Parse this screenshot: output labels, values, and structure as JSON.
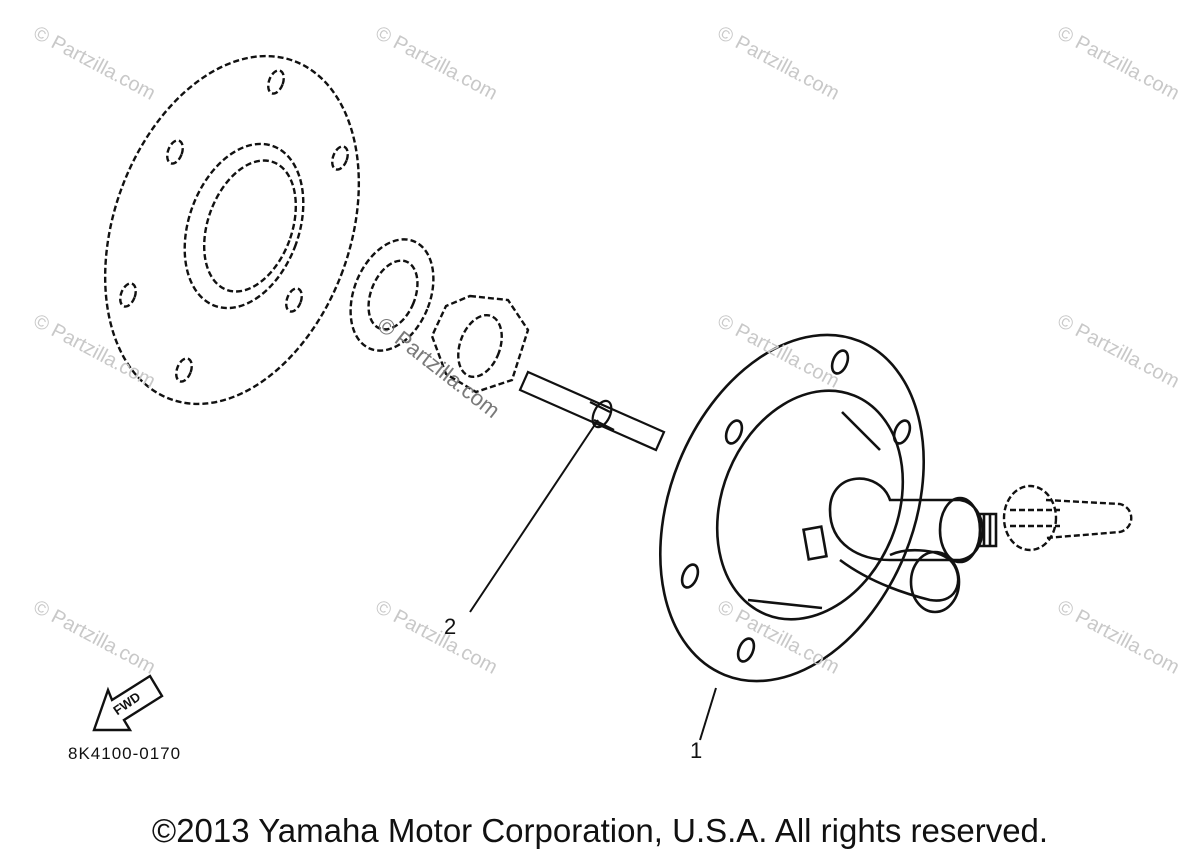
{
  "diagram": {
    "callouts": [
      {
        "label": "1"
      },
      {
        "label": "2"
      }
    ],
    "part_code": "8K4100-0170",
    "forward_arrow_label": "FWD",
    "watermark": "© Partzilla.com",
    "watermark_center": "© Partzilla.com",
    "copyright": "©2013 Yamaha Motor Corporation, U.S.A. All rights reserved.",
    "icons": [
      "forward-arrow-icon"
    ],
    "colors": {
      "line": "#111111",
      "watermark": "#c8c8c8",
      "background": "#ffffff"
    }
  }
}
